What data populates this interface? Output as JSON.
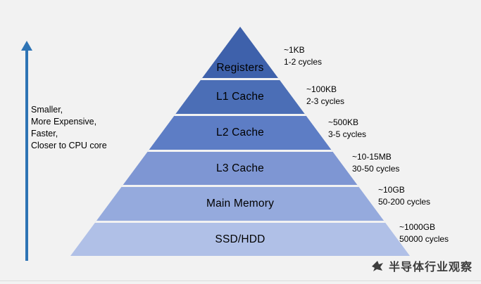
{
  "background": "#f2f2f2",
  "left_panel": {
    "arrow_color": "#2e74b5",
    "lines": [
      "Smaller,",
      "More Expensive,",
      "Faster,",
      "Closer to CPU core"
    ]
  },
  "pyramid": {
    "levels": [
      {
        "label": "Registers",
        "color": "#3e61ab",
        "size": "~1KB",
        "latency": "1-2 cycles"
      },
      {
        "label": "L1 Cache",
        "color": "#4b6eb6",
        "size": "~100KB",
        "latency": "2-3 cycles"
      },
      {
        "label": "L2 Cache",
        "color": "#5d7dc5",
        "size": "~500KB",
        "latency": "3-5 cycles"
      },
      {
        "label": "L3 Cache",
        "color": "#7e96d3",
        "size": "~10-15MB",
        "latency": "30-50 cycles"
      },
      {
        "label": "Main Memory",
        "color": "#95aadd",
        "size": "~10GB",
        "latency": "50-200 cycles"
      },
      {
        "label": "SSD/HDD",
        "color": "#b0c0e7",
        "size": "~1000GB",
        "latency": "50000 cycles"
      }
    ]
  },
  "watermark": {
    "text": "半导体行业观察"
  }
}
